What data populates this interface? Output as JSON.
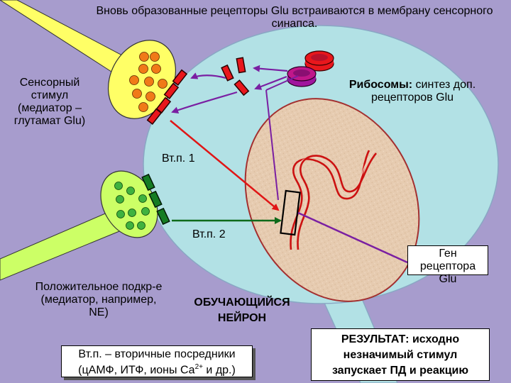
{
  "title": "Вновь образованные рецепторы Glu встраиваются в мембрану сенсорного синапса.",
  "labels": {
    "sensory_stimulus": "Сенсорный стимул (медиатор – глутамат Glu)",
    "ribosomes_bold": "Рибосомы:",
    "ribosomes_text": "синтез доп. рецепторов Glu",
    "messenger1": "Вт.п. 1",
    "messenger2": "Вт.п. 2",
    "gene": "Ген рецептора Glu",
    "positive": "Положительное подкр-е (медиатор, например, NE)",
    "neuron": "ОБУЧАЮЩИЙСЯ НЕЙРОН",
    "note_line1": "Вт.п. – вторичные посредники",
    "note_line2_pre": "(цАМФ, ИТФ, ионы Са",
    "note_sup": "2+",
    "note_line2_post": " и др.)",
    "result": "РЕЗУЛЬТАТ: исходно незначимый стимул запускает ПД и реакцию"
  },
  "colors": {
    "background": "#a79ccd",
    "cell_body": "#b2e1e5",
    "nucleus": "#e9ceb4",
    "sensory_terminal": "#ffff66",
    "positive_terminal": "#ccff66",
    "receptor_red": "#e8171c",
    "receptor_green": "#157c23",
    "arrow_red": "#e01515",
    "arrow_green": "#0e6a1a",
    "arrow_purple": "#7a1fa2"
  }
}
